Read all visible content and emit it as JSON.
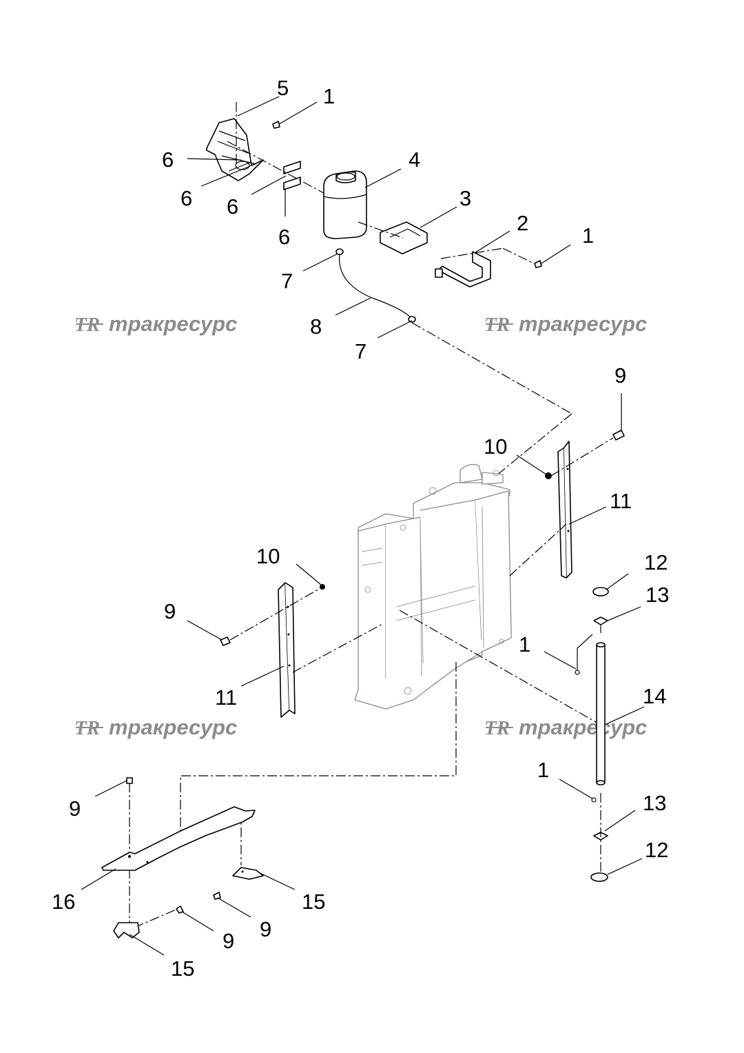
{
  "watermark": {
    "logo": "TR",
    "text": "тракресурс"
  },
  "callouts": {
    "c1a": "1",
    "c1b": "1",
    "c1c": "1",
    "c1d": "1",
    "c2": "2",
    "c3": "3",
    "c4": "4",
    "c5": "5",
    "c6a": "6",
    "c6b": "6",
    "c6c": "6",
    "c6d": "6",
    "c7a": "7",
    "c7b": "7",
    "c8": "8",
    "c9a": "9",
    "c9b": "9",
    "c9c": "9",
    "c9d": "9",
    "c9e": "9",
    "c10a": "10",
    "c10b": "10",
    "c11a": "11",
    "c11b": "11",
    "c12a": "12",
    "c12b": "12",
    "c13a": "13",
    "c13b": "13",
    "c14": "14",
    "c15a": "15",
    "c15b": "15",
    "c16": "16"
  }
}
